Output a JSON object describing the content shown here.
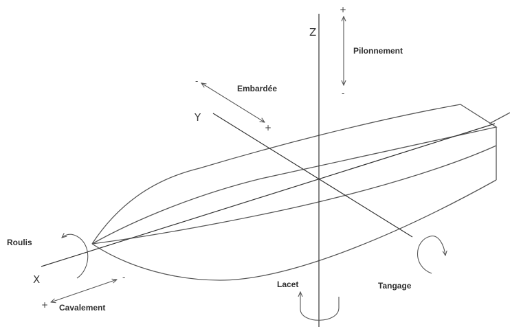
{
  "axes": {
    "x_label": "X",
    "y_label": "Y",
    "z_label": "Z"
  },
  "motions": {
    "roulis": "Roulis",
    "tangage": "Tangage",
    "lacet": "Lacet",
    "cavalement": "Cavalement",
    "embardee": "Embardée",
    "pilonnement": "Pilonnement"
  },
  "signs": {
    "plus": "+",
    "minus": "-"
  }
}
